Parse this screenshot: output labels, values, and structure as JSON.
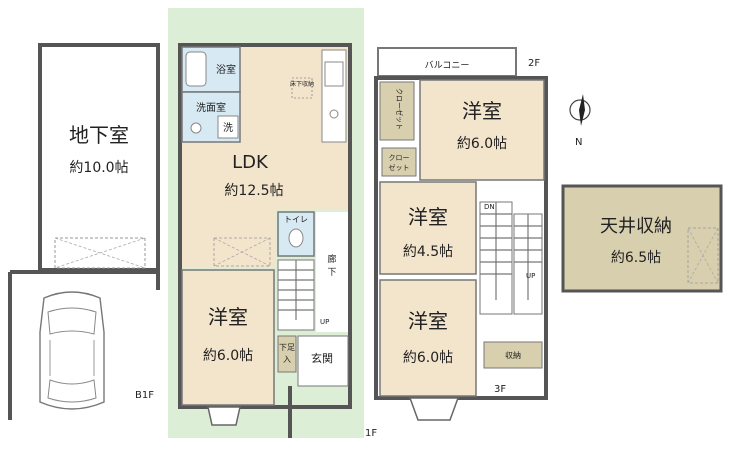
{
  "floors": {
    "b1": {
      "label": "B1F",
      "rooms": {
        "basement": {
          "name": "地下室",
          "size": "約10.0帖"
        }
      }
    },
    "f1": {
      "label": "1F",
      "rooms": {
        "ldk": {
          "name": "LDK",
          "size": "約12.5帖"
        },
        "bath": {
          "name": "浴室"
        },
        "washroom": {
          "name": "洗面室"
        },
        "washer": {
          "name": "洗"
        },
        "underfloor": {
          "name": "床下収納"
        },
        "toilet": {
          "name": "トイレ"
        },
        "corridor": {
          "name": "廊下"
        },
        "western": {
          "name": "洋室",
          "size": "約6.0帖"
        },
        "shoe": {
          "name": "下足入"
        },
        "entrance": {
          "name": "玄関"
        }
      },
      "stair_label": "UP"
    },
    "f2": {
      "label": "2F",
      "balcony": "バルコニー",
      "rooms": {
        "western_a": {
          "name": "洋室",
          "size": "約6.0帖"
        },
        "closet_a": {
          "name": "クローゼット"
        },
        "closet_b": {
          "name": "クローゼット"
        },
        "western_b": {
          "name": "洋室",
          "size": "約4.5帖"
        }
      },
      "stair_label": "DN"
    },
    "f3": {
      "label": "3F",
      "rooms": {
        "western": {
          "name": "洋室",
          "size": "約6.0帖"
        },
        "storage": {
          "name": "収納"
        }
      },
      "stair_label": "UP"
    },
    "attic": {
      "name": "天井収納",
      "size": "約6.5帖"
    }
  },
  "compass": {
    "north": "N"
  },
  "colors": {
    "wall": "#555555",
    "wood_floor": "#f3e4cc",
    "bath": "#d7e9f3",
    "site_green": "#dcefd6",
    "storage": "#d8cfae"
  }
}
